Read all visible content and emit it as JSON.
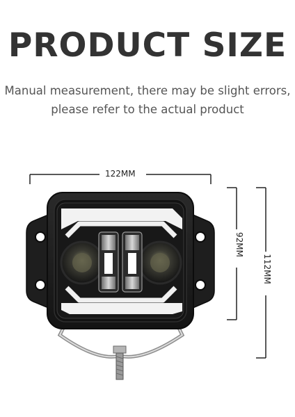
{
  "heading": {
    "title": "PRODUCT SIZE",
    "note_line1": "Manual measurement, there may be slight errors,",
    "note_line2": "please refer to the actual product"
  },
  "dimensions": {
    "width_label": "122MM",
    "inner_height_label": "92MM",
    "total_height_label": "112MM"
  },
  "product": {
    "icon": "led-work-light-icon",
    "colors": {
      "housing": "#1c1c1c",
      "lens_ring": "#ffffff",
      "accent": "#2c2c2c"
    }
  }
}
